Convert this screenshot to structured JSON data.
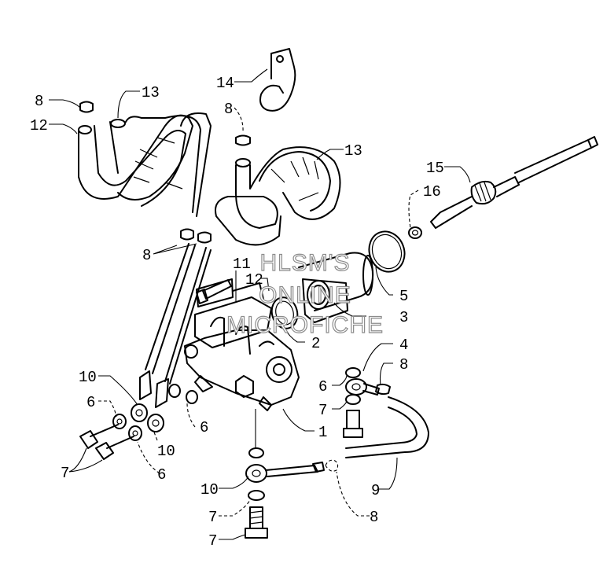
{
  "diagram": {
    "callouts": [
      "1",
      "2",
      "3",
      "4",
      "5",
      "6",
      "6",
      "6",
      "6",
      "7",
      "7",
      "7",
      "8",
      "8",
      "8",
      "8",
      "8",
      "9",
      "10",
      "10",
      "10",
      "11",
      "12",
      "12",
      "13",
      "13",
      "14",
      "15",
      "16"
    ],
    "watermark": [
      "HLSM'S",
      "ONLINE",
      "MICROFICHE"
    ]
  }
}
